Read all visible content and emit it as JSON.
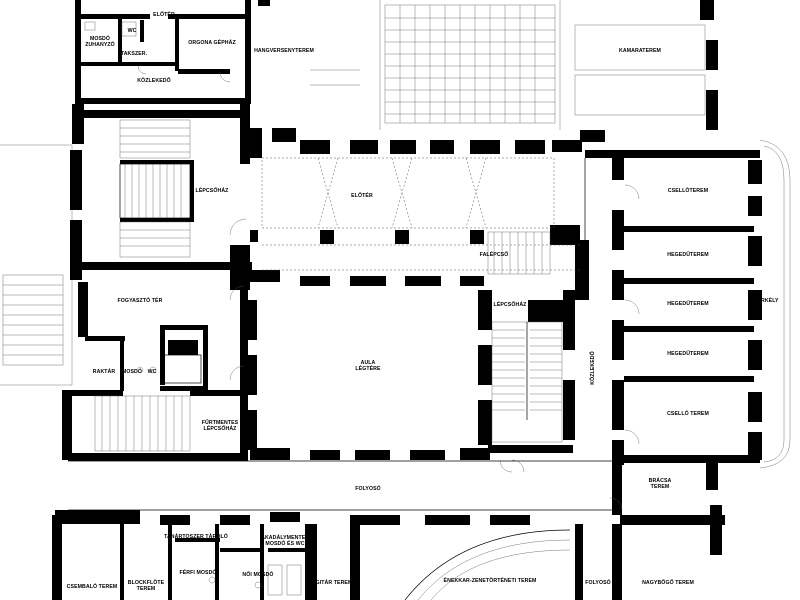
{
  "rooms": {
    "eloter_top": "ELŐTÉR",
    "wc_top": "WC",
    "mosdo_zuhanyzo_1": "MOSDÓ",
    "mosdo_zuhanyzo_2": "ZUHANYZÓ",
    "takszer": "TAKSZER.",
    "orgona_gepház": "ORGONA GÉPHÁZ",
    "kozlekedo_top": "KÖZLEKEDŐ",
    "hangverseny": "HANGVERSENYTEREM",
    "kamaraterem": "KAMARATEREM",
    "lepcsohaz_left": "LÉPCSŐHÁZ",
    "eloter_main": "ELŐTÉR",
    "falepcso": "FALÉPCSŐ",
    "lepcsohaz_center": "LÉPCSŐHÁZ",
    "fogyaszto_ter": "FOGYASZTÓ TÉR",
    "raktar": "RAKTÁR",
    "mosdo_small": "MOSDÓ",
    "wc_small": "WC",
    "aula_1": "AULA",
    "aula_2": "LÉGTÉRE",
    "kozlekedo_right": "KÖZLEKEDŐ",
    "csellóterem_1": "CSELLÓTEREM",
    "hegedu_1": "HEGEDŰTEREM",
    "hegedu_2": "HEGEDŰTEREM",
    "hegedu_3": "HEGEDŰTEREM",
    "csello_terem_2": "CSELLÓ TEREM",
    "erkely": "ERKÉLY",
    "furtmentes_1": "FŰRTMENTES",
    "furtmentes_2": "LÉPCSŐHÁZ",
    "folyoso": "FOLYOSÓ",
    "bracsa_1": "BRÁCSA",
    "bracsa_2": "TEREM",
    "tanartoszer": "TANÁRTOSZER TÁROLÓ",
    "akadalymentes_1": "AKADÁLYMENTES",
    "akadalymentes_2": "MOSDÓ ÉS WC",
    "ferfi_mosdo": "FÉRFI MOSDÓ",
    "noi_mosdo": "NŐI MOSDÓ",
    "csembalo": "CSEMBALÓ TEREM",
    "blockflote_1": "BLOCKFLÖTE",
    "blockflote_2": "TEREM",
    "gitar": "GITÁR TEREM",
    "enekkar": "ÉNEKKAR-ZENETÖRTÉNETI TEREM",
    "folyoso_bottom": "FOLYOSÓ",
    "nagybogo": "NAGYBŐGŐ TEREM"
  }
}
